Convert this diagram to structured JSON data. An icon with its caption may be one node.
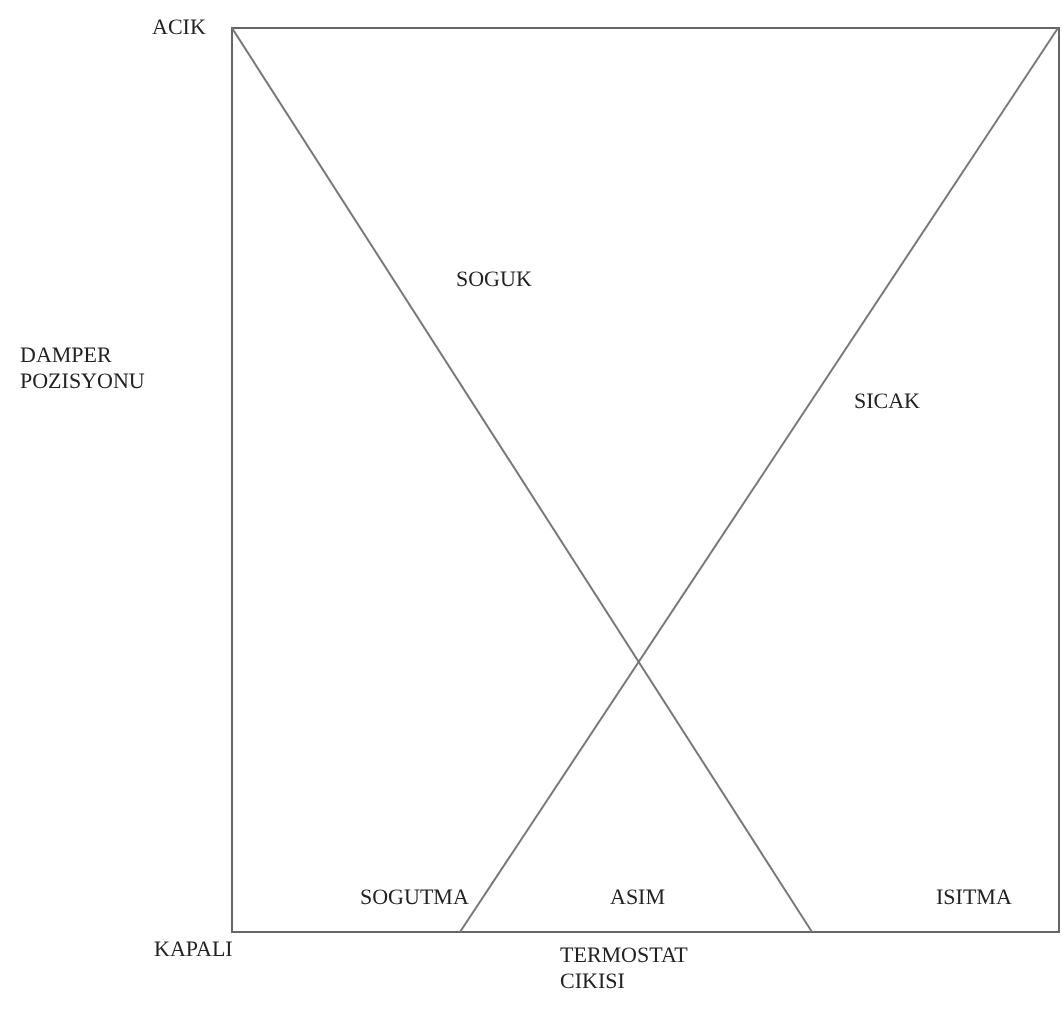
{
  "diagram": {
    "labels": [
      "ACIK",
      "SOGUK",
      "DAMPER POZISYONU",
      "SICAK",
      "SOGUTMA",
      "ASIM",
      "ISITMA",
      "KAPALI",
      "TERMOSTAT CIKISI"
    ]
  }
}
